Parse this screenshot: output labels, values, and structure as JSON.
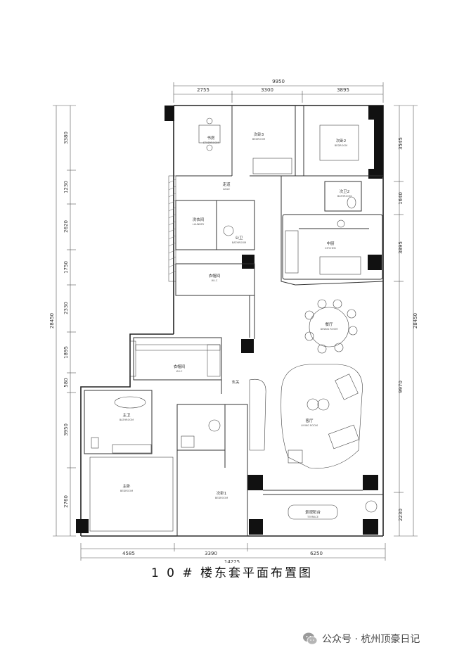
{
  "title": "1 0 #  楼东套平面布置图",
  "watermark": {
    "text": "公众号 · 杭州顶豪日记",
    "icon": "wechat-icon"
  },
  "dimensions": {
    "top_total": "9950",
    "top": [
      "2755",
      "3300",
      "3895"
    ],
    "bottom_total": "14225",
    "bottom": [
      "4585",
      "3390",
      "6250"
    ],
    "left_total": "28450",
    "left": [
      "3380",
      "1230",
      "2620",
      "1750",
      "2330",
      "1895",
      "580",
      "3950",
      "2760"
    ],
    "right_total": "28450",
    "right": [
      "3545",
      "1640",
      "3895",
      "9970",
      "2230"
    ]
  },
  "rooms": {
    "study": {
      "name": "书房",
      "en": "STUDYROOM"
    },
    "bedroom3": {
      "name": "次卧3",
      "en": "BEDROOM"
    },
    "bedroom2": {
      "name": "次卧2",
      "en": "BEDROOM"
    },
    "corridor": {
      "name": "走道",
      "en": "AISLE"
    },
    "bath2": {
      "name": "次卫2",
      "en": "BATHROOM"
    },
    "laundry": {
      "name": "洗衣间",
      "en": "LAUNDRY"
    },
    "publicbath": {
      "name": "公卫",
      "en": "BATHROOM"
    },
    "kitchen": {
      "name": "中厨",
      "en": "KITCHEN"
    },
    "wic": {
      "name": "衣帽间",
      "en": "W.I.C"
    },
    "dining": {
      "name": "餐厅",
      "en": "DINING ROOM"
    },
    "masterwic": {
      "name": "衣帽间",
      "en": "W.I.C"
    },
    "foyer": {
      "name": "玄关",
      "en": ""
    },
    "masterbath": {
      "name": "主卫",
      "en": "BATHROOM"
    },
    "living": {
      "name": "客厅",
      "en": "LIVING ROOM"
    },
    "master": {
      "name": "主卧",
      "en": "BEDROOM"
    },
    "bedroom1": {
      "name": "次卧1",
      "en": "BEDROOM"
    },
    "terrace": {
      "name": "景观阳台",
      "en": "TERRACE"
    }
  }
}
